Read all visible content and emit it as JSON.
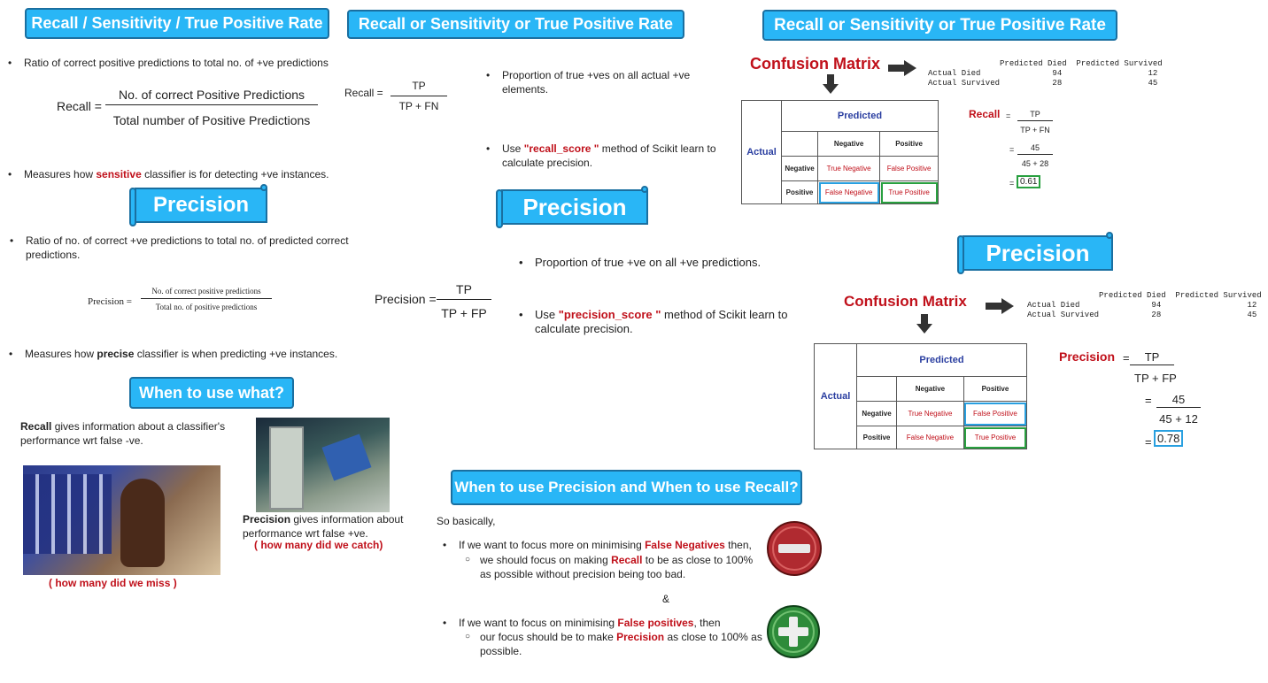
{
  "col1": {
    "banner": "Recall / Sensitivity / True Positive Rate",
    "bullet1": "Ratio of correct positive predictions to total no. of +ve predictions",
    "recall_lhs": "Recall =",
    "recall_num": "No. of correct Positive Predictions",
    "recall_den": "Total number of Positive Predictions",
    "bullet2_pre": "Measures how ",
    "bullet2_em": "sensitive",
    "bullet2_post": " classifier is for detecting +ve instances.",
    "precision_banner": "Precision",
    "bullet3": "Ratio of no. of correct +ve predictions to total no. of predicted correct predictions.",
    "prec_lhs": "Precision =",
    "prec_num": "No. of correct positive predictions",
    "prec_den": "Total no. of positive predictions",
    "bullet4_pre": "Measures how ",
    "bullet4_em": "precise",
    "bullet4_post": " classifier is when predicting +ve instances.",
    "when_banner": "When to use what?",
    "recall_info_b": "Recall",
    "recall_info": " gives information about a classifier's performance wrt false -ve.",
    "miss": "( how many did we miss )",
    "prec_info_b": "Precision",
    "prec_info": " gives information about performance wrt false +ve.",
    "catch": "( how many did we catch)"
  },
  "col2": {
    "banner": "Recall or Sensitivity or True Positive Rate",
    "recall_lhs": "Recall =",
    "recall_num": "TP",
    "recall_den": "TP  +  FN",
    "bullet1": "Proportion of true +ves on all actual +ve elements.",
    "bullet2_pre": "Use  ",
    "bullet2_em": "\"recall_score \"",
    "bullet2_post": " method of Scikit learn to calculate precision.",
    "precision_banner": "Precision",
    "prec_lhs": "Precision =",
    "prec_num": "TP",
    "prec_den": "TP  +  FP",
    "bullet3": "Proportion of true +ve on all +ve predictions.",
    "bullet4_pre": "Use  ",
    "bullet4_em": "\"precision_score \"",
    "bullet4_post": " method of Scikit learn  to calculate precision."
  },
  "col3": {
    "banner": "Recall or Sensitivity or True Positive Rate",
    "cm_title": "Confusion Matrix",
    "df1_text": "               Predicted Died  Predicted Survived\nActual Died               94                  12\nActual Survived           28                  45",
    "cm": {
      "predicted": "Predicted",
      "actual": "Actual",
      "negative": "Negative",
      "positive": "Positive",
      "tn": "True Negative",
      "fp": "False Positive",
      "fn": "False Negative",
      "tp": "True Positive"
    },
    "recall_label": "Recall",
    "r_eq": "=",
    "r_num": "TP",
    "r_den": "TP + FN",
    "r_num2": "45",
    "r_den2": "45 + 28",
    "r_result": "0.61",
    "precision_banner": "Precision",
    "cm_title2": "Confusion Matrix",
    "df2_text": "               Predicted Died  Predicted Survived\nActual Died               94                  12\nActual Survived           28                  45",
    "precision_label": "Precision",
    "p_num": "TP",
    "p_den": "TP + FP",
    "p_num2": "45",
    "p_den2": "45 + 12",
    "p_result": "0.78"
  },
  "bottom": {
    "banner": "When to use Precision and When to use Recall?",
    "intro": "So basically,",
    "b1_pre": "If we want to focus more on minimising ",
    "b1_em": "False Negatives",
    "b1_post": " then,",
    "s1_pre": "we should focus on making ",
    "s1_em": "Recall",
    "s1_post": " to be as close to 100% as possible without precision being too bad.",
    "amp": "&",
    "b2_pre": "If we want to focus on minimising ",
    "b2_em": "False positives",
    "b2_post": ", then",
    "s2_pre": "our focus should be to make ",
    "s2_em": "Precision",
    "s2_post": " as close to 100% as possible."
  },
  "colors": {
    "banner": "#29b6f6",
    "accent_red": "#c0101a",
    "minus_icon": "#b02a30",
    "plus_icon": "#2e8b3a"
  },
  "icons": [
    "minus-icon",
    "plus-icon",
    "arrow-right-icon",
    "arrow-down-icon"
  ]
}
